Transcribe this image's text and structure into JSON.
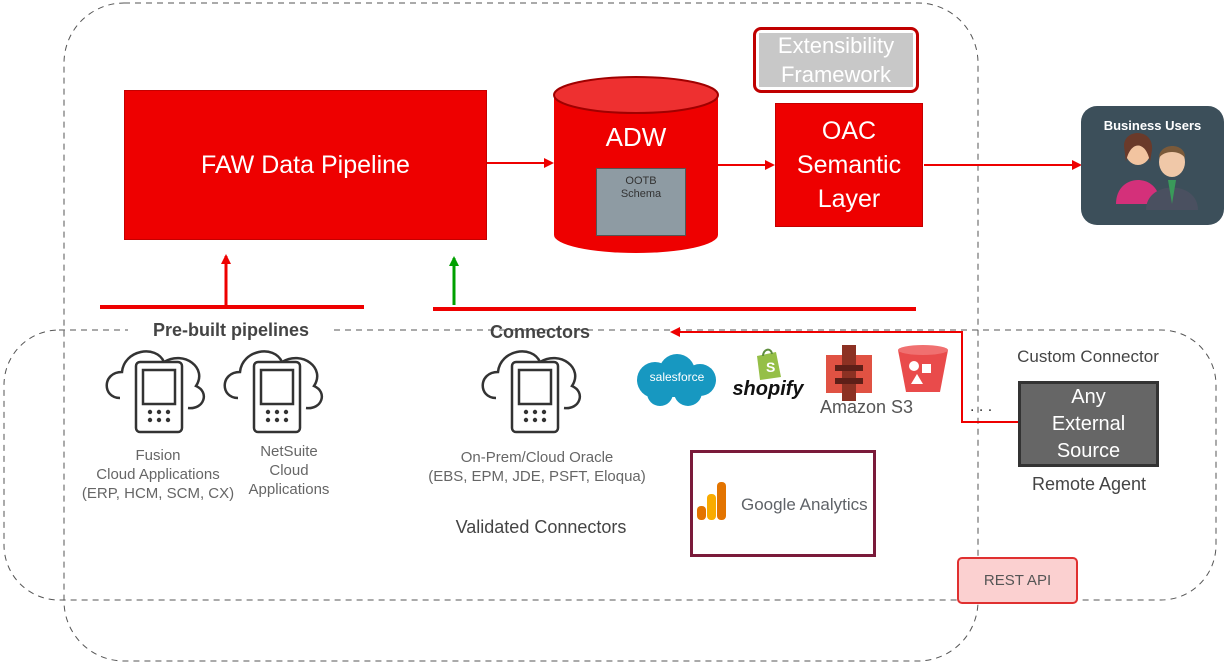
{
  "diagram": {
    "faw_pipeline": "FAW Data Pipeline",
    "adw": {
      "title": "ADW",
      "inner_line1": "OOTB",
      "inner_line2": "Schema"
    },
    "oac": {
      "line1": "OAC",
      "line2": "Semantic",
      "line3": "Layer"
    },
    "extensibility": {
      "line1": "Extensibility",
      "line2": "Framework"
    },
    "business_users": "Business Users",
    "prebuilt": {
      "heading": "Pre-built pipelines",
      "fusion": {
        "line1": "Fusion",
        "line2": "Cloud Applications",
        "line3": "(ERP, HCM, SCM, CX)"
      },
      "netsuite": {
        "line1": "NetSuite",
        "line2": "Cloud",
        "line3": "Applications"
      }
    },
    "connectors": {
      "heading": "Connectors",
      "onprem_line1": "On-Prem/Cloud Oracle",
      "onprem_line2": "(EBS, EPM, JDE, PSFT, Eloqua)",
      "validated": "Validated Connectors"
    },
    "logos": {
      "salesforce": "salesforce",
      "shopify": "shopify",
      "amazon_s3": "Amazon S3",
      "google_analytics": "Google Analytics"
    },
    "custom": {
      "heading": "Custom Connector",
      "any_source_line1": "Any",
      "any_source_line2": "External",
      "any_source_line3": "Source",
      "remote_agent": "Remote Agent",
      "ellipsis": ". . .",
      "rest_api": "REST API"
    },
    "colors": {
      "red": "#ee0000",
      "green": "#00a000",
      "gray_box": "#c8c8c8",
      "dark_panel": "#3c4f5a",
      "maroon": "#7a1a3a"
    }
  }
}
